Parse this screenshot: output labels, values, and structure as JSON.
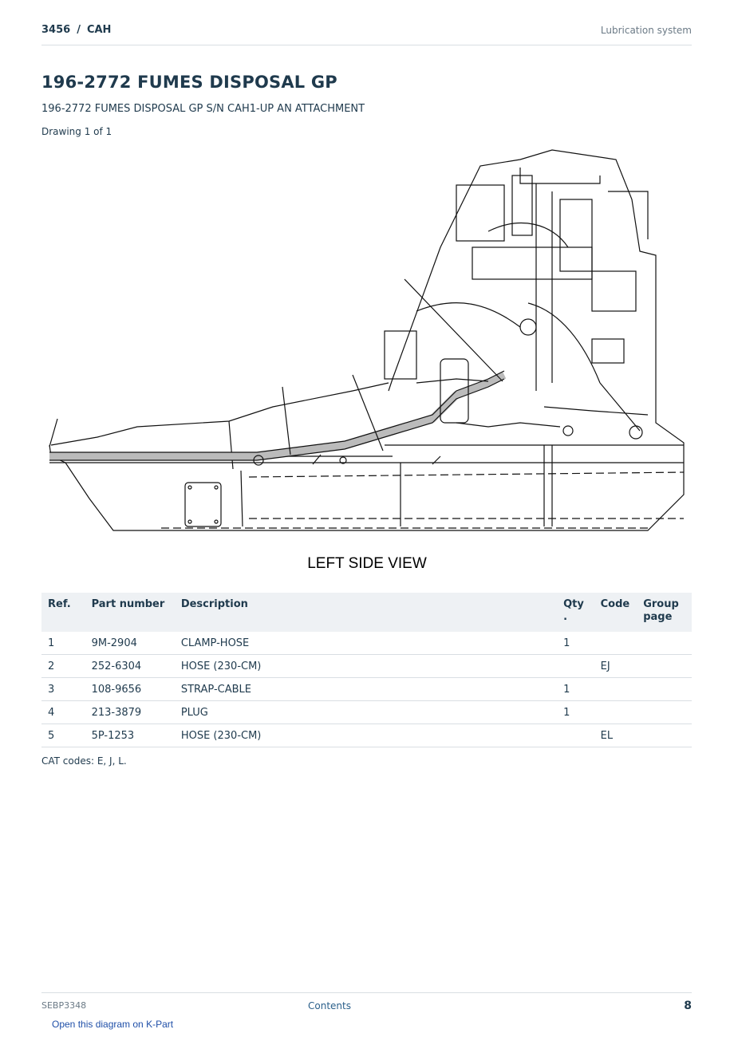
{
  "header": {
    "model": "3456",
    "separator": "/",
    "prefix": "CAH",
    "section": "Lubrication system"
  },
  "title": "196-2772 FUMES DISPOSAL GP",
  "subtitle": "196-2772 FUMES DISPOSAL GP S/N CAH1-UP AN ATTACHMENT",
  "drawing_count": "Drawing 1 of 1",
  "view_label": "LEFT SIDE VIEW",
  "table": {
    "headers": {
      "ref": "Ref.",
      "part_number": "Part number",
      "description": "Description",
      "qty": "Qty\n.",
      "code": "Code",
      "group_page": "Group page"
    },
    "rows": [
      {
        "ref": "1",
        "part_number": "9M-2904",
        "description": "CLAMP-HOSE",
        "qty": "1",
        "code": "",
        "group_page": ""
      },
      {
        "ref": "2",
        "part_number": "252-6304",
        "description": "HOSE (230-CM)",
        "qty": "",
        "code": "EJ",
        "group_page": ""
      },
      {
        "ref": "3",
        "part_number": "108-9656",
        "description": "STRAP-CABLE",
        "qty": "1",
        "code": "",
        "group_page": ""
      },
      {
        "ref": "4",
        "part_number": "213-3879",
        "description": "PLUG",
        "qty": "1",
        "code": "",
        "group_page": ""
      },
      {
        "ref": "5",
        "part_number": "5P-1253",
        "description": "HOSE (230-CM)",
        "qty": "",
        "code": "EL",
        "group_page": ""
      }
    ]
  },
  "cat_codes": "CAT codes: E, J, L.",
  "footer": {
    "doc_id": "SEBP3348",
    "contents_link": "Contents",
    "page_number": "8",
    "kpart_link": "Open this diagram on K-Part"
  }
}
